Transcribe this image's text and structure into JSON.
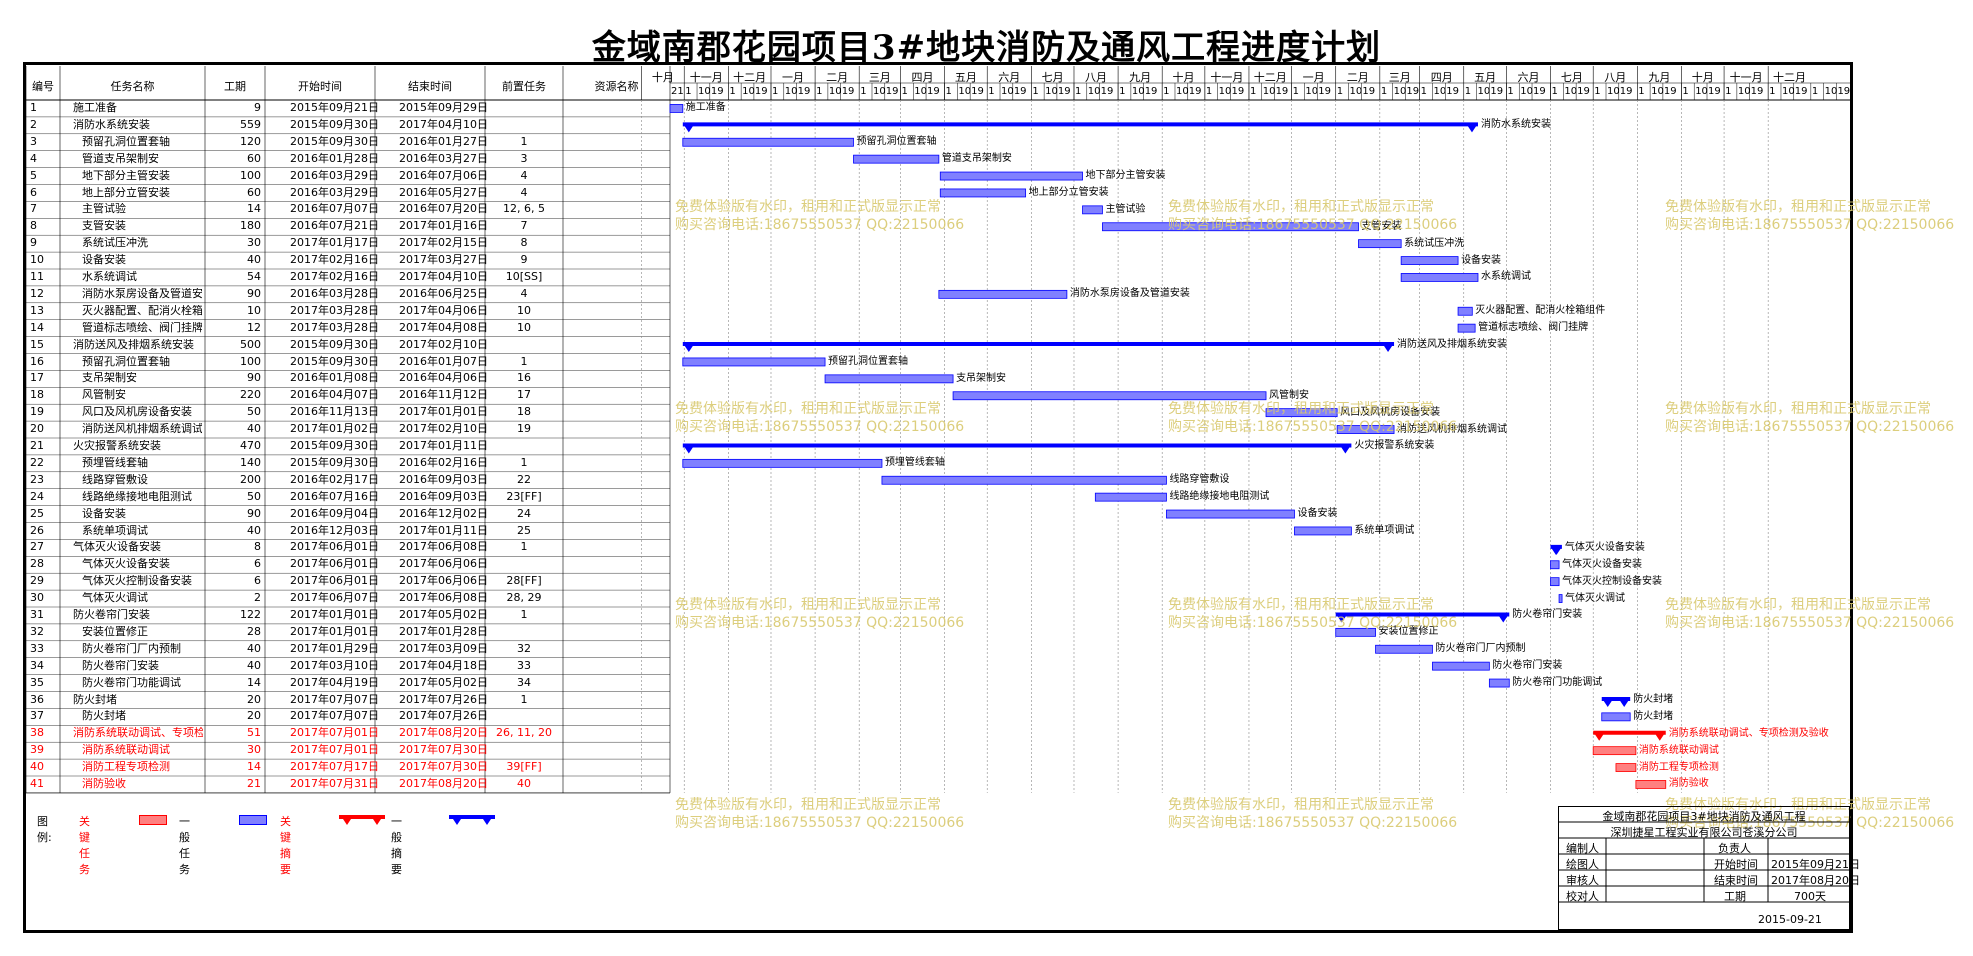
{
  "title": "金域南郡花园项目3#地块消防及通风工程进度计划",
  "headers": {
    "id": "编号",
    "name": "任务名称",
    "duration": "工期",
    "start": "开始时间",
    "end": "结束时间",
    "pred": "前置任务",
    "res": "资源名称"
  },
  "months": [
    "十月",
    "十一月",
    "十二月",
    "一月",
    "二月",
    "三月",
    "四月",
    "五月",
    "六月",
    "七月",
    "八月",
    "九月",
    "十月",
    "十一月",
    "十二月",
    "一月",
    "二月",
    "三月",
    "四月",
    "五月",
    "六月",
    "七月",
    "八月",
    "九月",
    "十月",
    "十一月",
    "十二月"
  ],
  "subticks": [
    "1",
    "10",
    "19"
  ],
  "first_subtick": "21",
  "chart_data": {
    "type": "table",
    "timeline_start": "2015-09-21",
    "tasks": [
      {
        "id": "1",
        "name": "施工准备",
        "dur": "9",
        "start": "2015年09月21日",
        "end": "2015年09月29日",
        "pred": "",
        "kind": "normal",
        "lvl": 0,
        "s": "2015-09-21",
        "e": "2015-09-29"
      },
      {
        "id": "2",
        "name": "消防水系统安装",
        "dur": "559",
        "start": "2015年09月30日",
        "end": "2017年04月10日",
        "pred": "",
        "kind": "summary",
        "lvl": 0,
        "s": "2015-09-30",
        "e": "2017-04-10"
      },
      {
        "id": "3",
        "name": "预留孔洞位置套轴",
        "dur": "120",
        "start": "2015年09月30日",
        "end": "2016年01月27日",
        "pred": "1",
        "kind": "normal",
        "lvl": 1,
        "s": "2015-09-30",
        "e": "2016-01-27"
      },
      {
        "id": "4",
        "name": "管道支吊架制安",
        "dur": "60",
        "start": "2016年01月28日",
        "end": "2016年03月27日",
        "pred": "3",
        "kind": "normal",
        "lvl": 1,
        "s": "2016-01-28",
        "e": "2016-03-27"
      },
      {
        "id": "5",
        "name": "地下部分主管安装",
        "dur": "100",
        "start": "2016年03月29日",
        "end": "2016年07月06日",
        "pred": "4",
        "kind": "normal",
        "lvl": 1,
        "s": "2016-03-29",
        "e": "2016-07-06"
      },
      {
        "id": "6",
        "name": "地上部分立管安装",
        "dur": "60",
        "start": "2016年03月29日",
        "end": "2016年05月27日",
        "pred": "4",
        "kind": "normal",
        "lvl": 1,
        "s": "2016-03-29",
        "e": "2016-05-27"
      },
      {
        "id": "7",
        "name": "主管试验",
        "dur": "14",
        "start": "2016年07月07日",
        "end": "2016年07月20日",
        "pred": "12, 6, 5",
        "kind": "normal",
        "lvl": 1,
        "s": "2016-07-07",
        "e": "2016-07-20"
      },
      {
        "id": "8",
        "name": "支管安装",
        "dur": "180",
        "start": "2016年07月21日",
        "end": "2017年01月16日",
        "pred": "7",
        "kind": "normal",
        "lvl": 1,
        "s": "2016-07-21",
        "e": "2017-01-16"
      },
      {
        "id": "9",
        "name": "系统试压冲洗",
        "dur": "30",
        "start": "2017年01月17日",
        "end": "2017年02月15日",
        "pred": "8",
        "kind": "normal",
        "lvl": 1,
        "s": "2017-01-17",
        "e": "2017-02-15"
      },
      {
        "id": "10",
        "name": "设备安装",
        "dur": "40",
        "start": "2017年02月16日",
        "end": "2017年03月27日",
        "pred": "9",
        "kind": "normal",
        "lvl": 1,
        "s": "2017-02-16",
        "e": "2017-03-27"
      },
      {
        "id": "11",
        "name": "水系统调试",
        "dur": "54",
        "start": "2017年02月16日",
        "end": "2017年04月10日",
        "pred": "10[SS]",
        "kind": "normal",
        "lvl": 1,
        "s": "2017-02-16",
        "e": "2017-04-10"
      },
      {
        "id": "12",
        "name": "消防水泵房设备及管道安装",
        "dur": "90",
        "start": "2016年03月28日",
        "end": "2016年06月25日",
        "pred": "4",
        "kind": "normal",
        "lvl": 1,
        "s": "2016-03-28",
        "e": "2016-06-25"
      },
      {
        "id": "13",
        "name": "灭火器配置、配消火栓箱组件",
        "dur": "10",
        "start": "2017年03月28日",
        "end": "2017年04月06日",
        "pred": "10",
        "kind": "normal",
        "lvl": 1,
        "s": "2017-03-28",
        "e": "2017-04-06"
      },
      {
        "id": "14",
        "name": "管道标志喷绘、阀门挂牌",
        "dur": "12",
        "start": "2017年03月28日",
        "end": "2017年04月08日",
        "pred": "10",
        "kind": "normal",
        "lvl": 1,
        "s": "2017-03-28",
        "e": "2017-04-08"
      },
      {
        "id": "15",
        "name": "消防送风及排烟系统安装",
        "dur": "500",
        "start": "2015年09月30日",
        "end": "2017年02月10日",
        "pred": "",
        "kind": "summary",
        "lvl": 0,
        "s": "2015-09-30",
        "e": "2017-02-10"
      },
      {
        "id": "16",
        "name": "预留孔洞位置套轴",
        "dur": "100",
        "start": "2015年09月30日",
        "end": "2016年01月07日",
        "pred": "1",
        "kind": "normal",
        "lvl": 1,
        "s": "2015-09-30",
        "e": "2016-01-07"
      },
      {
        "id": "17",
        "name": "支吊架制安",
        "dur": "90",
        "start": "2016年01月08日",
        "end": "2016年04月06日",
        "pred": "16",
        "kind": "normal",
        "lvl": 1,
        "s": "2016-01-08",
        "e": "2016-04-06"
      },
      {
        "id": "18",
        "name": "风管制安",
        "dur": "220",
        "start": "2016年04月07日",
        "end": "2016年11月12日",
        "pred": "17",
        "kind": "normal",
        "lvl": 1,
        "s": "2016-04-07",
        "e": "2016-11-12"
      },
      {
        "id": "19",
        "name": "风口及风机房设备安装",
        "dur": "50",
        "start": "2016年11月13日",
        "end": "2017年01月01日",
        "pred": "18",
        "kind": "normal",
        "lvl": 1,
        "s": "2016-11-13",
        "e": "2017-01-01"
      },
      {
        "id": "20",
        "name": "消防送风机排烟系统调试",
        "dur": "40",
        "start": "2017年01月02日",
        "end": "2017年02月10日",
        "pred": "19",
        "kind": "normal",
        "lvl": 1,
        "s": "2017-01-02",
        "e": "2017-02-10"
      },
      {
        "id": "21",
        "name": "火灾报警系统安装",
        "dur": "470",
        "start": "2015年09月30日",
        "end": "2017年01月11日",
        "pred": "",
        "kind": "summary",
        "lvl": 0,
        "s": "2015-09-30",
        "e": "2017-01-11"
      },
      {
        "id": "22",
        "name": "预埋管线套轴",
        "dur": "140",
        "start": "2015年09月30日",
        "end": "2016年02月16日",
        "pred": "1",
        "kind": "normal",
        "lvl": 1,
        "s": "2015-09-30",
        "e": "2016-02-16"
      },
      {
        "id": "23",
        "name": "线路穿管敷设",
        "dur": "200",
        "start": "2016年02月17日",
        "end": "2016年09月03日",
        "pred": "22",
        "kind": "normal",
        "lvl": 1,
        "s": "2016-02-17",
        "e": "2016-09-03"
      },
      {
        "id": "24",
        "name": "线路绝缘接地电阻测试",
        "dur": "50",
        "start": "2016年07月16日",
        "end": "2016年09月03日",
        "pred": "23[FF]",
        "kind": "normal",
        "lvl": 1,
        "s": "2016-07-16",
        "e": "2016-09-03"
      },
      {
        "id": "25",
        "name": "设备安装",
        "dur": "90",
        "start": "2016年09月04日",
        "end": "2016年12月02日",
        "pred": "24",
        "kind": "normal",
        "lvl": 1,
        "s": "2016-09-04",
        "e": "2016-12-02"
      },
      {
        "id": "26",
        "name": "系统单项调试",
        "dur": "40",
        "start": "2016年12月03日",
        "end": "2017年01月11日",
        "pred": "25",
        "kind": "normal",
        "lvl": 1,
        "s": "2016-12-03",
        "e": "2017-01-11"
      },
      {
        "id": "27",
        "name": "气体灭火设备安装",
        "dur": "8",
        "start": "2017年06月01日",
        "end": "2017年06月08日",
        "pred": "1",
        "kind": "summary",
        "lvl": 0,
        "s": "2017-06-01",
        "e": "2017-06-08"
      },
      {
        "id": "28",
        "name": "气体灭火设备安装",
        "dur": "6",
        "start": "2017年06月01日",
        "end": "2017年06月06日",
        "pred": "",
        "kind": "normal",
        "lvl": 1,
        "s": "2017-06-01",
        "e": "2017-06-06"
      },
      {
        "id": "29",
        "name": "气体灭火控制设备安装",
        "dur": "6",
        "start": "2017年06月01日",
        "end": "2017年06月06日",
        "pred": "28[FF]",
        "kind": "normal",
        "lvl": 1,
        "s": "2017-06-01",
        "e": "2017-06-06"
      },
      {
        "id": "30",
        "name": "气体灭火调试",
        "dur": "2",
        "start": "2017年06月07日",
        "end": "2017年06月08日",
        "pred": "28, 29",
        "kind": "normal",
        "lvl": 1,
        "s": "2017-06-07",
        "e": "2017-06-08"
      },
      {
        "id": "31",
        "name": "防火卷帘门安装",
        "dur": "122",
        "start": "2017年01月01日",
        "end": "2017年05月02日",
        "pred": "1",
        "kind": "summary",
        "lvl": 0,
        "s": "2017-01-01",
        "e": "2017-05-02"
      },
      {
        "id": "32",
        "name": "安装位置修正",
        "dur": "28",
        "start": "2017年01月01日",
        "end": "2017年01月28日",
        "pred": "",
        "kind": "normal",
        "lvl": 1,
        "s": "2017-01-01",
        "e": "2017-01-28"
      },
      {
        "id": "33",
        "name": "防火卷帘门厂内预制",
        "dur": "40",
        "start": "2017年01月29日",
        "end": "2017年03月09日",
        "pred": "32",
        "kind": "normal",
        "lvl": 1,
        "s": "2017-01-29",
        "e": "2017-03-09"
      },
      {
        "id": "34",
        "name": "防火卷帘门安装",
        "dur": "40",
        "start": "2017年03月10日",
        "end": "2017年04月18日",
        "pred": "33",
        "kind": "normal",
        "lvl": 1,
        "s": "2017-03-10",
        "e": "2017-04-18"
      },
      {
        "id": "35",
        "name": "防火卷帘门功能调试",
        "dur": "14",
        "start": "2017年04月19日",
        "end": "2017年05月02日",
        "pred": "34",
        "kind": "normal",
        "lvl": 1,
        "s": "2017-04-19",
        "e": "2017-05-02"
      },
      {
        "id": "36",
        "name": "防火封堵",
        "dur": "20",
        "start": "2017年07月07日",
        "end": "2017年07月26日",
        "pred": "1",
        "kind": "summary",
        "lvl": 0,
        "s": "2017-07-07",
        "e": "2017-07-26"
      },
      {
        "id": "37",
        "name": "防火封堵",
        "dur": "20",
        "start": "2017年07月07日",
        "end": "2017年07月26日",
        "pred": "",
        "kind": "normal",
        "lvl": 1,
        "s": "2017-07-07",
        "e": "2017-07-26"
      },
      {
        "id": "38",
        "name": "消防系统联动调试、专项检测及验收",
        "dur": "51",
        "start": "2017年07月01日",
        "end": "2017年08月20日",
        "pred": "26, 11, 20",
        "kind": "crit_summary",
        "lvl": 0,
        "s": "2017-07-01",
        "e": "2017-08-20"
      },
      {
        "id": "39",
        "name": "消防系统联动调试",
        "dur": "30",
        "start": "2017年07月01日",
        "end": "2017年07月30日",
        "pred": "",
        "kind": "critical",
        "lvl": 1,
        "s": "2017-07-01",
        "e": "2017-07-30"
      },
      {
        "id": "40",
        "name": "消防工程专项检测",
        "dur": "14",
        "start": "2017年07月17日",
        "end": "2017年07月30日",
        "pred": "39[FF]",
        "kind": "critical",
        "lvl": 1,
        "s": "2017-07-17",
        "e": "2017-07-30"
      },
      {
        "id": "41",
        "name": "消防验收",
        "dur": "21",
        "start": "2017年07月31日",
        "end": "2017年08月20日",
        "pred": "40",
        "kind": "critical",
        "lvl": 1,
        "s": "2017-07-31",
        "e": "2017-08-20"
      }
    ]
  },
  "legend": {
    "label": "图例:",
    "critical": "关键任务",
    "normal": "一般任务",
    "crit_summary": "关键摘要",
    "summary": "一般摘要",
    "color_critical": "#ff0000",
    "color_normal": "#0000ff"
  },
  "watermark": {
    "line1": "免费体验版有水印，租用和正式版显示正常",
    "line2": "购买咨询电话:18675550537 QQ:22150066"
  },
  "info": {
    "project": "金域南郡花园项目3#地块消防及通风工程",
    "company": "深圳捷星工程实业有限公司苍溪分公司",
    "r1": [
      "编制人",
      "",
      "负责人",
      ""
    ],
    "r2": [
      "绘图人",
      "",
      "开始时间",
      "2015年09月21日"
    ],
    "r3": [
      "审核人",
      "",
      "结束时间",
      "2017年08月20日"
    ],
    "r4": [
      "校对人",
      "",
      "工期",
      "700天"
    ],
    "date": "2015-09-21"
  }
}
